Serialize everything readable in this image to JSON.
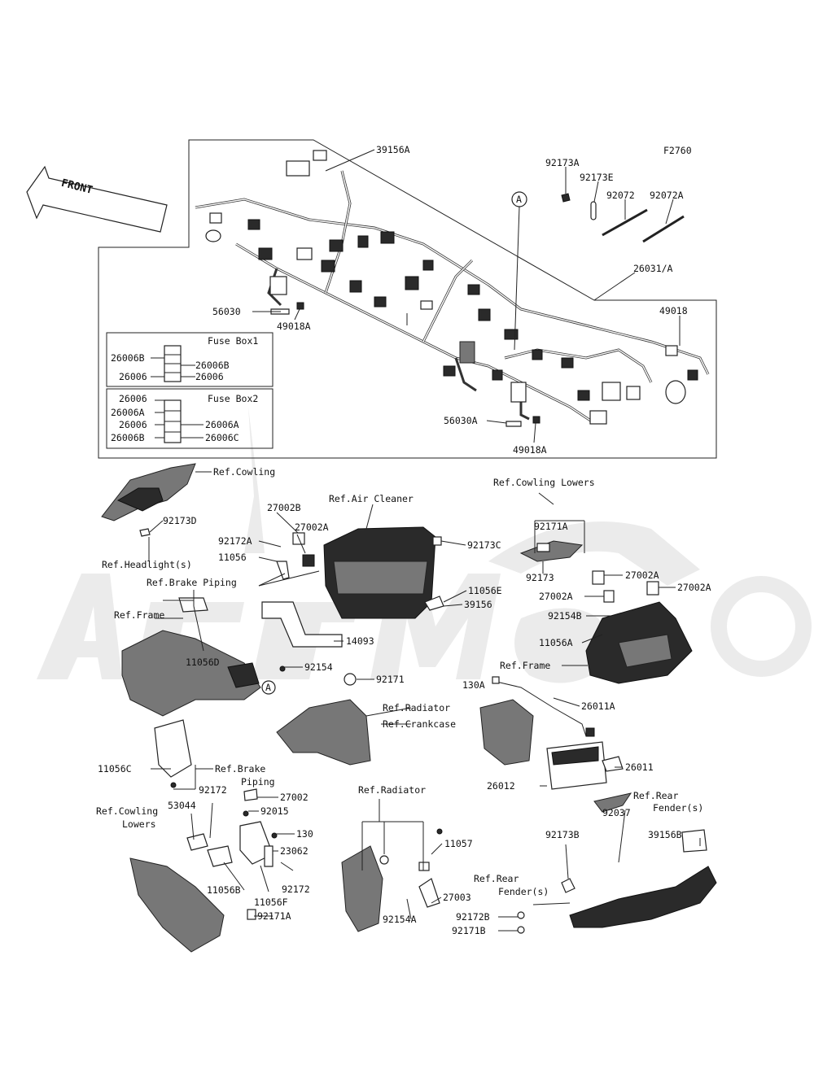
{
  "figure_code": "F2760",
  "front_label": "FRONT",
  "harness_callout": "A",
  "frame_callout": "A",
  "fuse_box_1": {
    "title": "Fuse Box1",
    "left_labels": [
      "26006B",
      "26006"
    ],
    "right_labels": [
      "26006B",
      "26006"
    ]
  },
  "fuse_box_2": {
    "title": "Fuse Box2",
    "left_labels": [
      "26006",
      "26006A",
      "26006",
      "26006B"
    ],
    "right_labels": [
      "26006A",
      "26006C"
    ]
  },
  "watermark": "ArtMoto",
  "part_labels": {
    "p39156A": "39156A",
    "p92173A": "92173A",
    "p92173E": "92173E",
    "p92072": "92072",
    "p92072A": "92072A",
    "p26031A": "26031/A",
    "p56030": "56030",
    "p49018A_top": "49018A",
    "p49018": "49018",
    "p56030A": "56030A",
    "p49018A_bot": "49018A",
    "refCowling": "Ref.Cowling",
    "p92173D": "92173D",
    "refHeadlight": "Ref.Headlight(s)",
    "p27002B": "27002B",
    "p27002A_1": "27002A",
    "p92172A": "92172A",
    "p11056": "11056",
    "refAirCleaner": "Ref.Air Cleaner",
    "p92173C": "92173C",
    "refBrakePiping1": "Ref.Brake Piping",
    "p11056E": "11056E",
    "p39156": "39156",
    "refFrame1": "Ref.Frame",
    "p14093": "14093",
    "p11056D": "11056D",
    "p92154": "92154",
    "p92171": "92171",
    "refCowlingLowers1": "Ref.Cowling Lowers",
    "p92171A_top": "92171A",
    "p92173": "92173",
    "p27002A_2": "27002A",
    "p27002A_3": "27002A",
    "p27002A_4": "27002A",
    "p92154B": "92154B",
    "p11056A": "11056A",
    "refFrame2": "Ref.Frame",
    "p130A": "130A",
    "p26011A": "26011A",
    "refRadiator1": "Ref.Radiator",
    "refCrankcase": "Ref.Crankcase",
    "p11056C": "11056C",
    "refBrakePiping2a": "Ref.Brake",
    "refBrakePiping2b": "Piping",
    "p26011": "26011",
    "p26012": "26012",
    "p92172_top": "92172",
    "p27002": "27002",
    "refRadiator2": "Ref.Radiator",
    "refRearFender1a": "Ref.Rear",
    "refRearFender1b": "Fender(s)",
    "p53044": "53044",
    "p92015": "92015",
    "p92037": "92037",
    "refCowlingLowers2a": "Ref.Cowling",
    "refCowlingLowers2b": "Lowers",
    "p130": "130",
    "p11057": "11057",
    "p92173B": "92173B",
    "p39156B": "39156B",
    "p23062": "23062",
    "p92172_bot": "92172",
    "p11056B": "11056B",
    "p11056F": "11056F",
    "p27003": "27003",
    "refRearFender2a": "Ref.Rear",
    "refRearFender2b": "Fender(s)",
    "p92171A_bot": "92171A",
    "p92154A": "92154A",
    "p92172B": "92172B",
    "p92171B": "92171B"
  }
}
